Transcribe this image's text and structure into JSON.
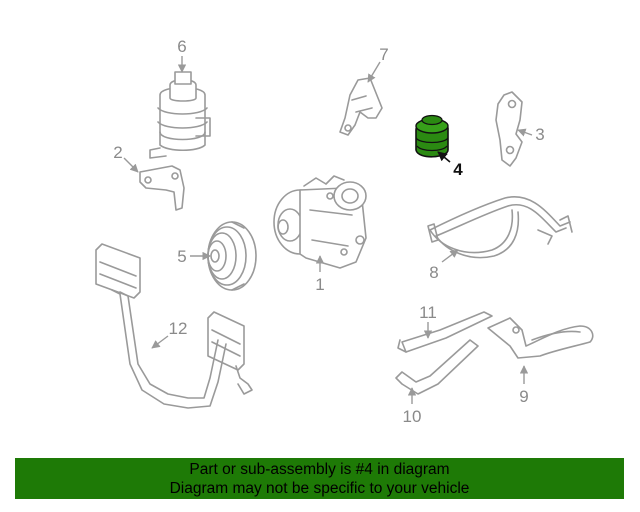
{
  "callouts": [
    {
      "id": "1",
      "label": "1"
    },
    {
      "id": "2",
      "label": "2"
    },
    {
      "id": "3",
      "label": "3"
    },
    {
      "id": "4",
      "label": "4"
    },
    {
      "id": "5",
      "label": "5"
    },
    {
      "id": "6",
      "label": "6"
    },
    {
      "id": "7",
      "label": "7"
    },
    {
      "id": "8",
      "label": "8"
    },
    {
      "id": "9",
      "label": "9"
    },
    {
      "id": "10",
      "label": "10"
    },
    {
      "id": "11",
      "label": "11"
    },
    {
      "id": "12",
      "label": "12"
    }
  ],
  "highlight": {
    "part": "4",
    "color": "#2b8a12"
  },
  "banner": {
    "line1": "Part or sub-assembly is #4 in diagram",
    "line2": "Diagram may not be specific to your vehicle",
    "color": "#1e7a06"
  }
}
